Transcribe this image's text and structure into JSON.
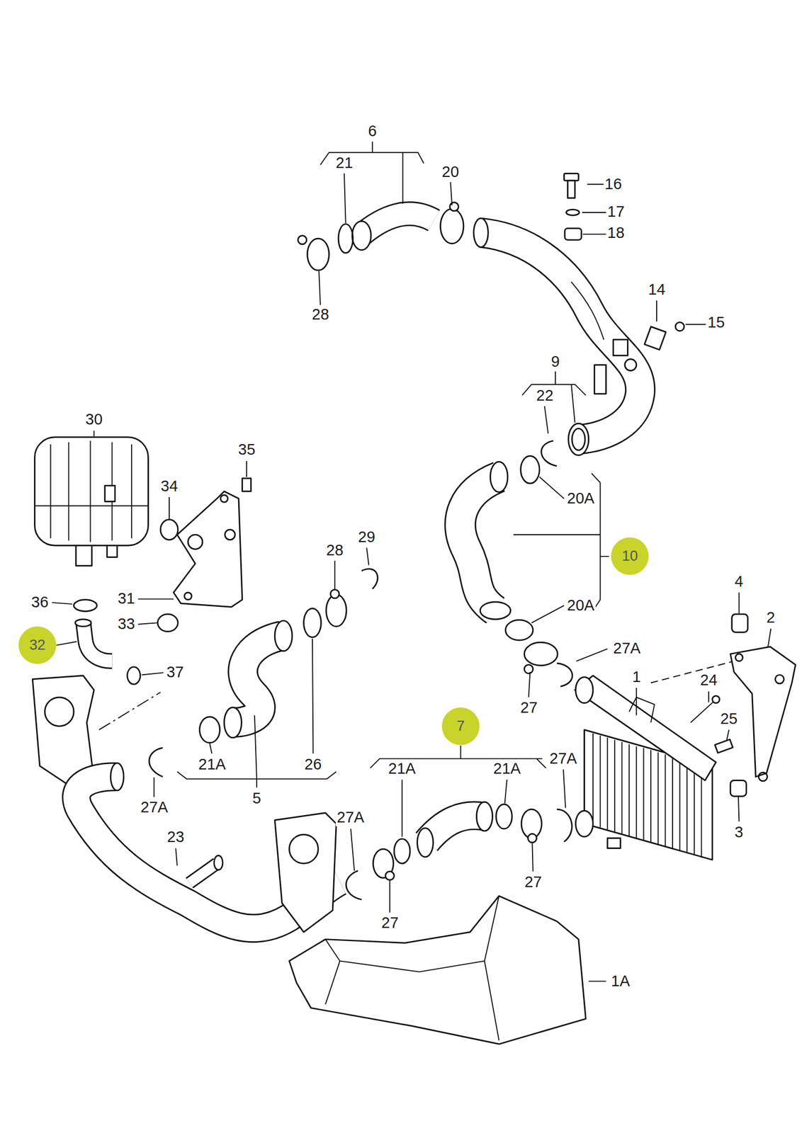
{
  "diagram": {
    "nodes": [
      {
        "text": [
          "10"
        ]
      },
      {
        "text": [
          "32"
        ]
      },
      {
        "text": [
          "7"
        ]
      }
    ],
    "labels": [
      "6",
      "21",
      "20",
      "16",
      "17",
      "18",
      "14",
      "28",
      "15",
      "9",
      "22",
      "30",
      "35",
      "34",
      "20A",
      "29",
      "28",
      "4",
      "31",
      "36",
      "20A",
      "2",
      "33",
      "27A",
      "37",
      "1",
      "24",
      "27",
      "25",
      "21A",
      "26",
      "21A",
      "21A",
      "27A",
      "5",
      "27A",
      "27A",
      "3",
      "23",
      "27",
      "27",
      "1A"
    ]
  }
}
